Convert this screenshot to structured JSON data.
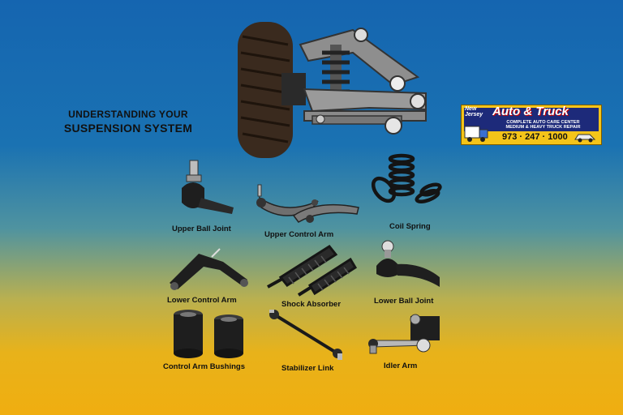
{
  "title": {
    "line1": "UNDERSTANDING YOUR",
    "line2": "SUSPENSION SYSTEM"
  },
  "parts": [
    {
      "label": "Upper Ball Joint"
    },
    {
      "label": "Upper Control Arm"
    },
    {
      "label": "Coil Spring"
    },
    {
      "label": "Lower Control Arm"
    },
    {
      "label": "Shock Absorber"
    },
    {
      "label": "Lower Ball Joint"
    },
    {
      "label": "Control Arm Bushings"
    },
    {
      "label": "Stabilizer Link"
    },
    {
      "label": "Idler Arm"
    }
  ],
  "logo": {
    "state": "New Jersey",
    "brand": "Auto & Truck",
    "tagline1": "COMPLETE AUTO CARE CENTER",
    "tagline2": "MEDIUM & HEAVY TRUCK REPAIR",
    "phone": "973 · 247 · 1000"
  },
  "colors": {
    "bg_top": "#1565b0",
    "bg_bottom": "#f0ae10",
    "logo_yellow": "#f4c419",
    "logo_navy": "#1d2a7a"
  }
}
